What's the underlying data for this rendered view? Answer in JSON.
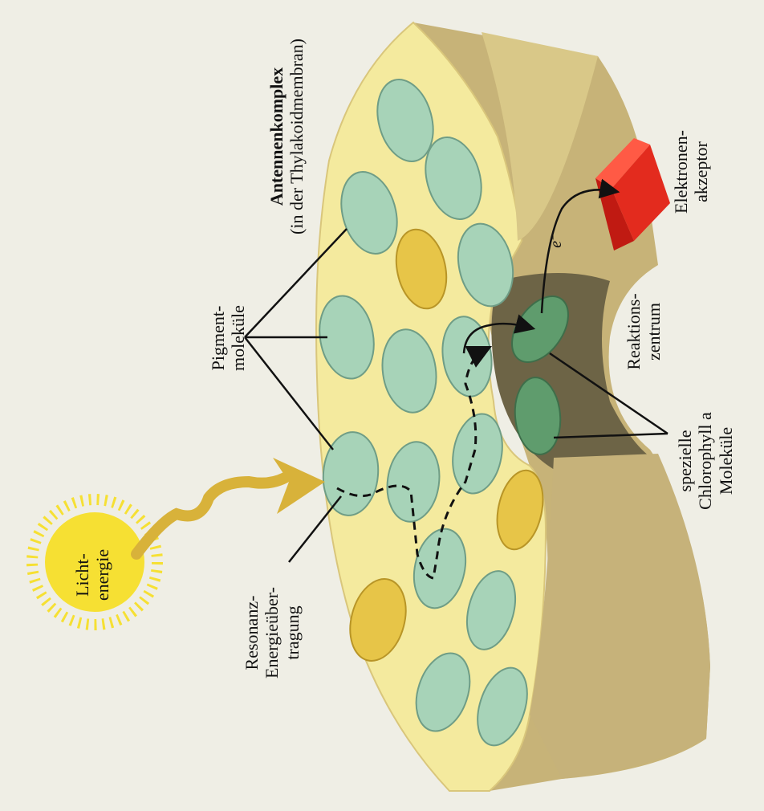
{
  "labels": {
    "light_energy": [
      "Licht-",
      "energie"
    ],
    "antenna_title": "Antennenkomplex",
    "antenna_sub": "(in der Thylakoidmembran)",
    "pigment": [
      "Pigment-",
      "moleküle"
    ],
    "resonance": [
      "Resonanz-",
      "Energieüber-",
      "tragung"
    ],
    "reaction_center": [
      "Reaktions-",
      "zentrum"
    ],
    "special_chl": [
      "spezielle",
      "Chlorophyll a",
      "Moleküle"
    ],
    "electron_acceptor": [
      "Elektronen-",
      "akzeptor"
    ],
    "electron": "e⁻"
  },
  "colors": {
    "membrane_top": "#f3e89c",
    "membrane_side": "#c9b57a",
    "pigment_green": "#a6d3b7",
    "pigment_yellow": "#e7c44a",
    "special_green": "#5c9a6b",
    "acceptor_red": "#e22a1c",
    "sun": "#f7e034"
  }
}
